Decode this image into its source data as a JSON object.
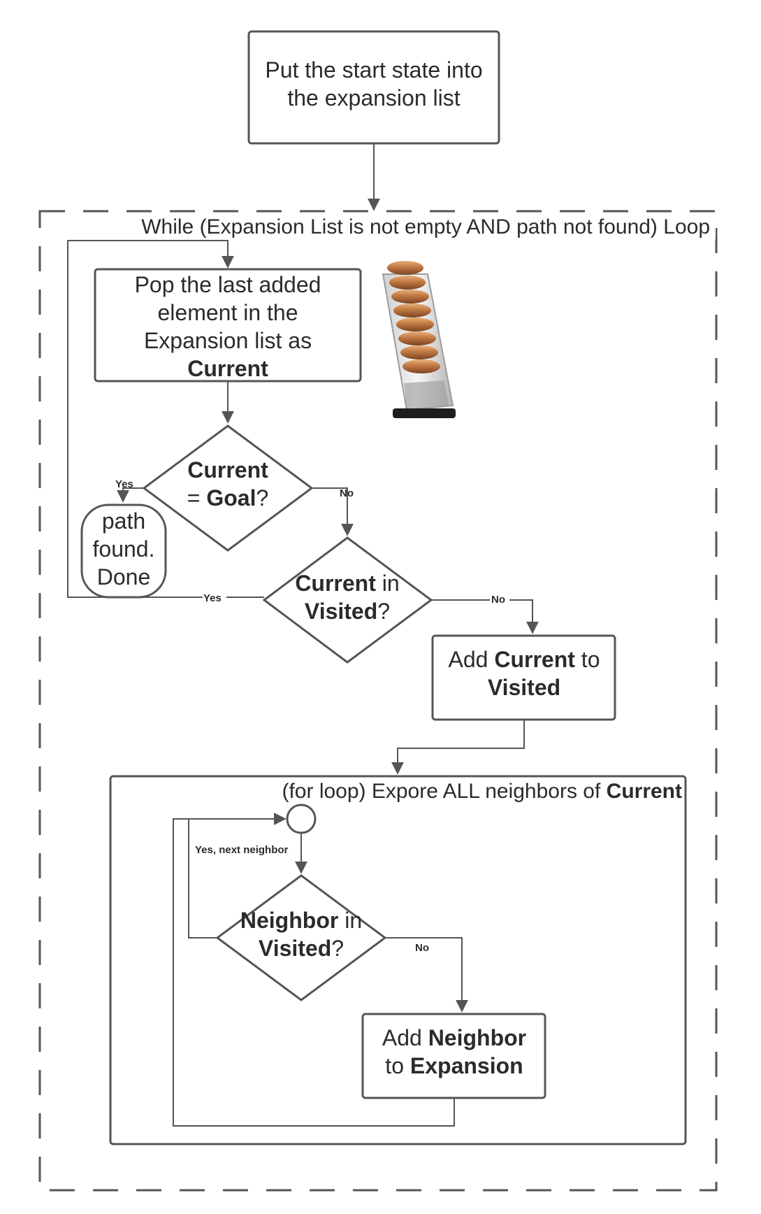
{
  "nodes": {
    "start": {
      "line1": "Put the start state into",
      "line2": "the expansion list"
    },
    "while_loop": {
      "title": "While (Expansion List is not empty AND path not found) Loop"
    },
    "pop": {
      "line1": "Pop the last added",
      "line2": "element in the",
      "line3": "Expansion list as",
      "line4_bold": "Current"
    },
    "goal_check": {
      "line1_bold": "Current",
      "line2_pre": "= ",
      "line2_bold": "Goal",
      "line2_post": "?"
    },
    "done": {
      "line1": "path",
      "line2": "found.",
      "line3": "Done"
    },
    "visited_check": {
      "line1_bold": "Current",
      "line1_post": " in",
      "line2_bold": "Visited",
      "line2_post": "?"
    },
    "add_visited": {
      "line1_pre": "Add ",
      "line1_bold": "Current",
      "line1_post": " to",
      "line2_bold": "Visited"
    },
    "for_loop": {
      "title_pre": "(for loop) Expore ALL neighbors of ",
      "title_bold": "Current"
    },
    "neighbor_check": {
      "line1_bold": "Neighbor",
      "line1_post": " in",
      "line2_bold": "Visited",
      "line2_post": "?"
    },
    "add_expansion": {
      "line1_pre": "Add ",
      "line1_bold": "Neighbor",
      "line2_pre": "to ",
      "line2_bold": "Expansion"
    }
  },
  "edge_labels": {
    "goal_yes": "Yes",
    "goal_no": "No",
    "visited_yes": "Yes",
    "visited_no": "No",
    "next_neighbor": "Yes, next neighbor",
    "neighbor_no": "No"
  },
  "image": {
    "name": "pistol-magazine-photo"
  },
  "colors": {
    "stroke": "#555555",
    "text": "#2b2b2b",
    "background": "#ffffff"
  }
}
